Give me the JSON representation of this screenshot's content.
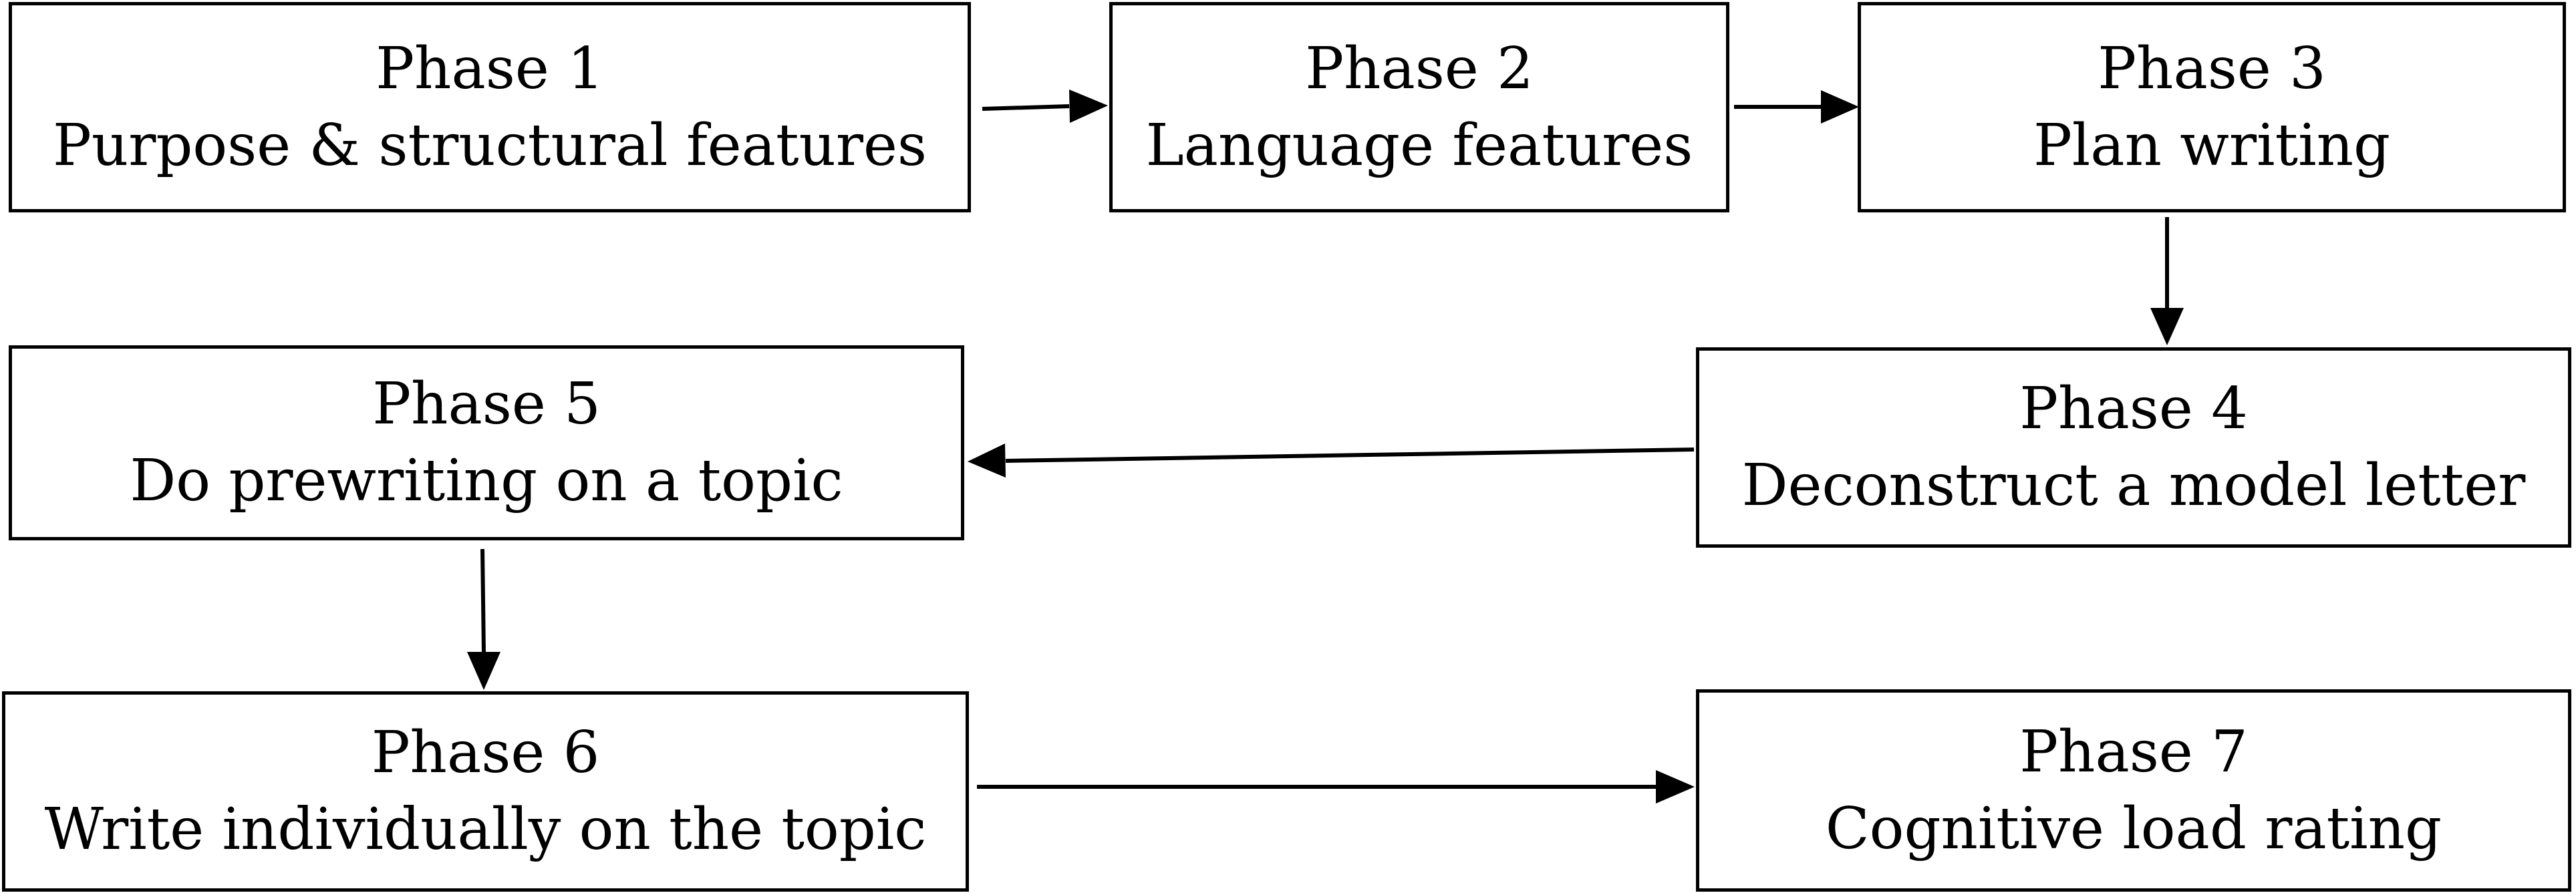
{
  "phases": [
    {
      "title": "Phase 1",
      "desc": "Purpose & structural features"
    },
    {
      "title": "Phase 2",
      "desc": "Language features"
    },
    {
      "title": "Phase 3",
      "desc": "Plan writing"
    },
    {
      "title": "Phase 4",
      "desc": "Deconstruct a model letter"
    },
    {
      "title": "Phase 5",
      "desc": "Do prewriting on a topic"
    },
    {
      "title": "Phase 6",
      "desc": "Write individually on the topic"
    },
    {
      "title": "Phase 7",
      "desc": "Cognitive load rating"
    }
  ],
  "colors": {
    "stroke": "#000000",
    "background": "#ffffff"
  }
}
